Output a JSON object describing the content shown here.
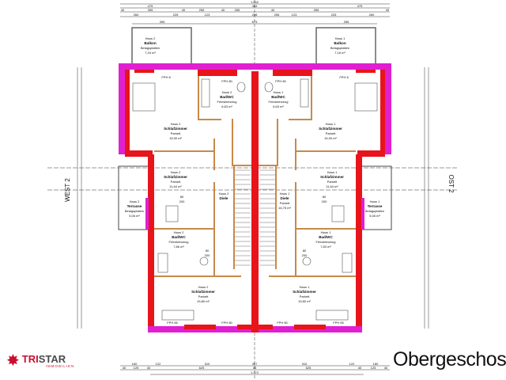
{
  "title": "Obergeschoss",
  "logo": {
    "brand_a": "TRI",
    "brand_b": "STAR",
    "sub": "IMMOBILIEN"
  },
  "axes": {
    "west": "WEST 2",
    "ost": "OST 2"
  },
  "colors": {
    "wall_red": "#e8141b",
    "wall_pink": "#e020d0",
    "partition": "#c8894a",
    "line": "#333333"
  },
  "dims_top": {
    "total": "1.002",
    "row2": [
      "475",
      "453",
      "475"
    ],
    "row3": [
      "40",
      "395",
      "40",
      "255",
      "40",
      "255",
      "40",
      "395",
      "40"
    ],
    "row4": [
      "260",
      "225",
      "123",
      "208",
      "255",
      "123",
      "225",
      "260"
    ],
    "balcony": [
      "395",
      "673",
      "395"
    ]
  },
  "dims_bottom": {
    "row1": [
      "160",
      "122",
      "310",
      "307",
      "310",
      "122",
      "160"
    ],
    "row2": [
      "40",
      "125",
      "40",
      "625",
      "43",
      "625",
      "40",
      "125",
      "40"
    ],
    "total": "1.172"
  },
  "rooms": [
    {
      "house": "Haus 2",
      "name": "Balkon",
      "floor": "Belagsplatten",
      "area": "7,16 m²"
    },
    {
      "house": "Haus 1",
      "name": "Balkon",
      "floor": "Belagsplatten",
      "area": "7,16 m²"
    },
    {
      "house": "Haus 2",
      "name": "Bad/WC",
      "floor": "Feinsteinzeug",
      "area": "6,63 m²"
    },
    {
      "house": "Haus 1",
      "name": "Bad/WC",
      "floor": "Feinsteinzeug",
      "area": "6,63 m²"
    },
    {
      "house": "Haus 2",
      "name": "Schlafzimmer",
      "floor": "Parkett",
      "area": "15,90 m²"
    },
    {
      "house": "Haus 1",
      "name": "Schlafzimmer",
      "floor": "Parkett",
      "area": "15,90 m²"
    },
    {
      "house": "Haus 2",
      "name": "Schlafzimmer",
      "floor": "Parkett",
      "area": "11,64 m²"
    },
    {
      "house": "Haus 1",
      "name": "Schlafzimmer",
      "floor": "Parkett",
      "area": "11,64 m²"
    },
    {
      "house": "Haus 2",
      "name": "Diele",
      "floor": "",
      "area": ""
    },
    {
      "house": "Haus 1",
      "name": "Diele",
      "floor": "Parkett",
      "area": "16,75 m²"
    },
    {
      "house": "Haus 2",
      "name": "Terrasse",
      "floor": "Belagsplatten",
      "area": "5,06 m²"
    },
    {
      "house": "Haus 1",
      "name": "Terrasse",
      "floor": "Belagsplatten",
      "area": "5,06 m²"
    },
    {
      "house": "Haus 2",
      "name": "Bad/WC",
      "floor": "Feinsteinzeug",
      "area": "7,86 m²"
    },
    {
      "house": "Haus 1",
      "name": "Bad/WC",
      "floor": "Feinsteinzeug",
      "area": "7,83 m²"
    },
    {
      "house": "Haus 2",
      "name": "Schlafzimmer",
      "floor": "Parkett",
      "area": "15,80 m²"
    },
    {
      "house": "Haus 1",
      "name": "Schlafzimmer",
      "floor": "Parkett",
      "area": "15,80 m²"
    }
  ],
  "windows": [
    "FPH 8",
    "FPH 80",
    "FPH 80",
    "FPH 8",
    "FPH 65",
    "FPH 80",
    "FPH 80",
    "FPH 65"
  ],
  "doors": [
    "80",
    "200",
    "80",
    "200",
    "80",
    "200",
    "80",
    "200"
  ]
}
